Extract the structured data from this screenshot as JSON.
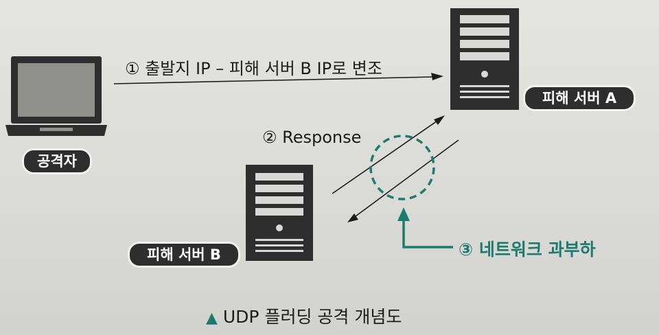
{
  "labels": {
    "attacker": "공격자",
    "victim_a": "피해 서버 A",
    "victim_b": "피해 서버 B",
    "step1": "① 출발지 IP – 피해 서버 B IP로 변조",
    "step2": "② Response",
    "step3": "③ 네트워크 과부하"
  },
  "caption": {
    "marker": "▲",
    "text": "UDP 플러딩 공격 개념도"
  },
  "colors": {
    "dark": "#2e2e2e",
    "accent": "#1f7a6e",
    "background": "#dcdcd8"
  }
}
